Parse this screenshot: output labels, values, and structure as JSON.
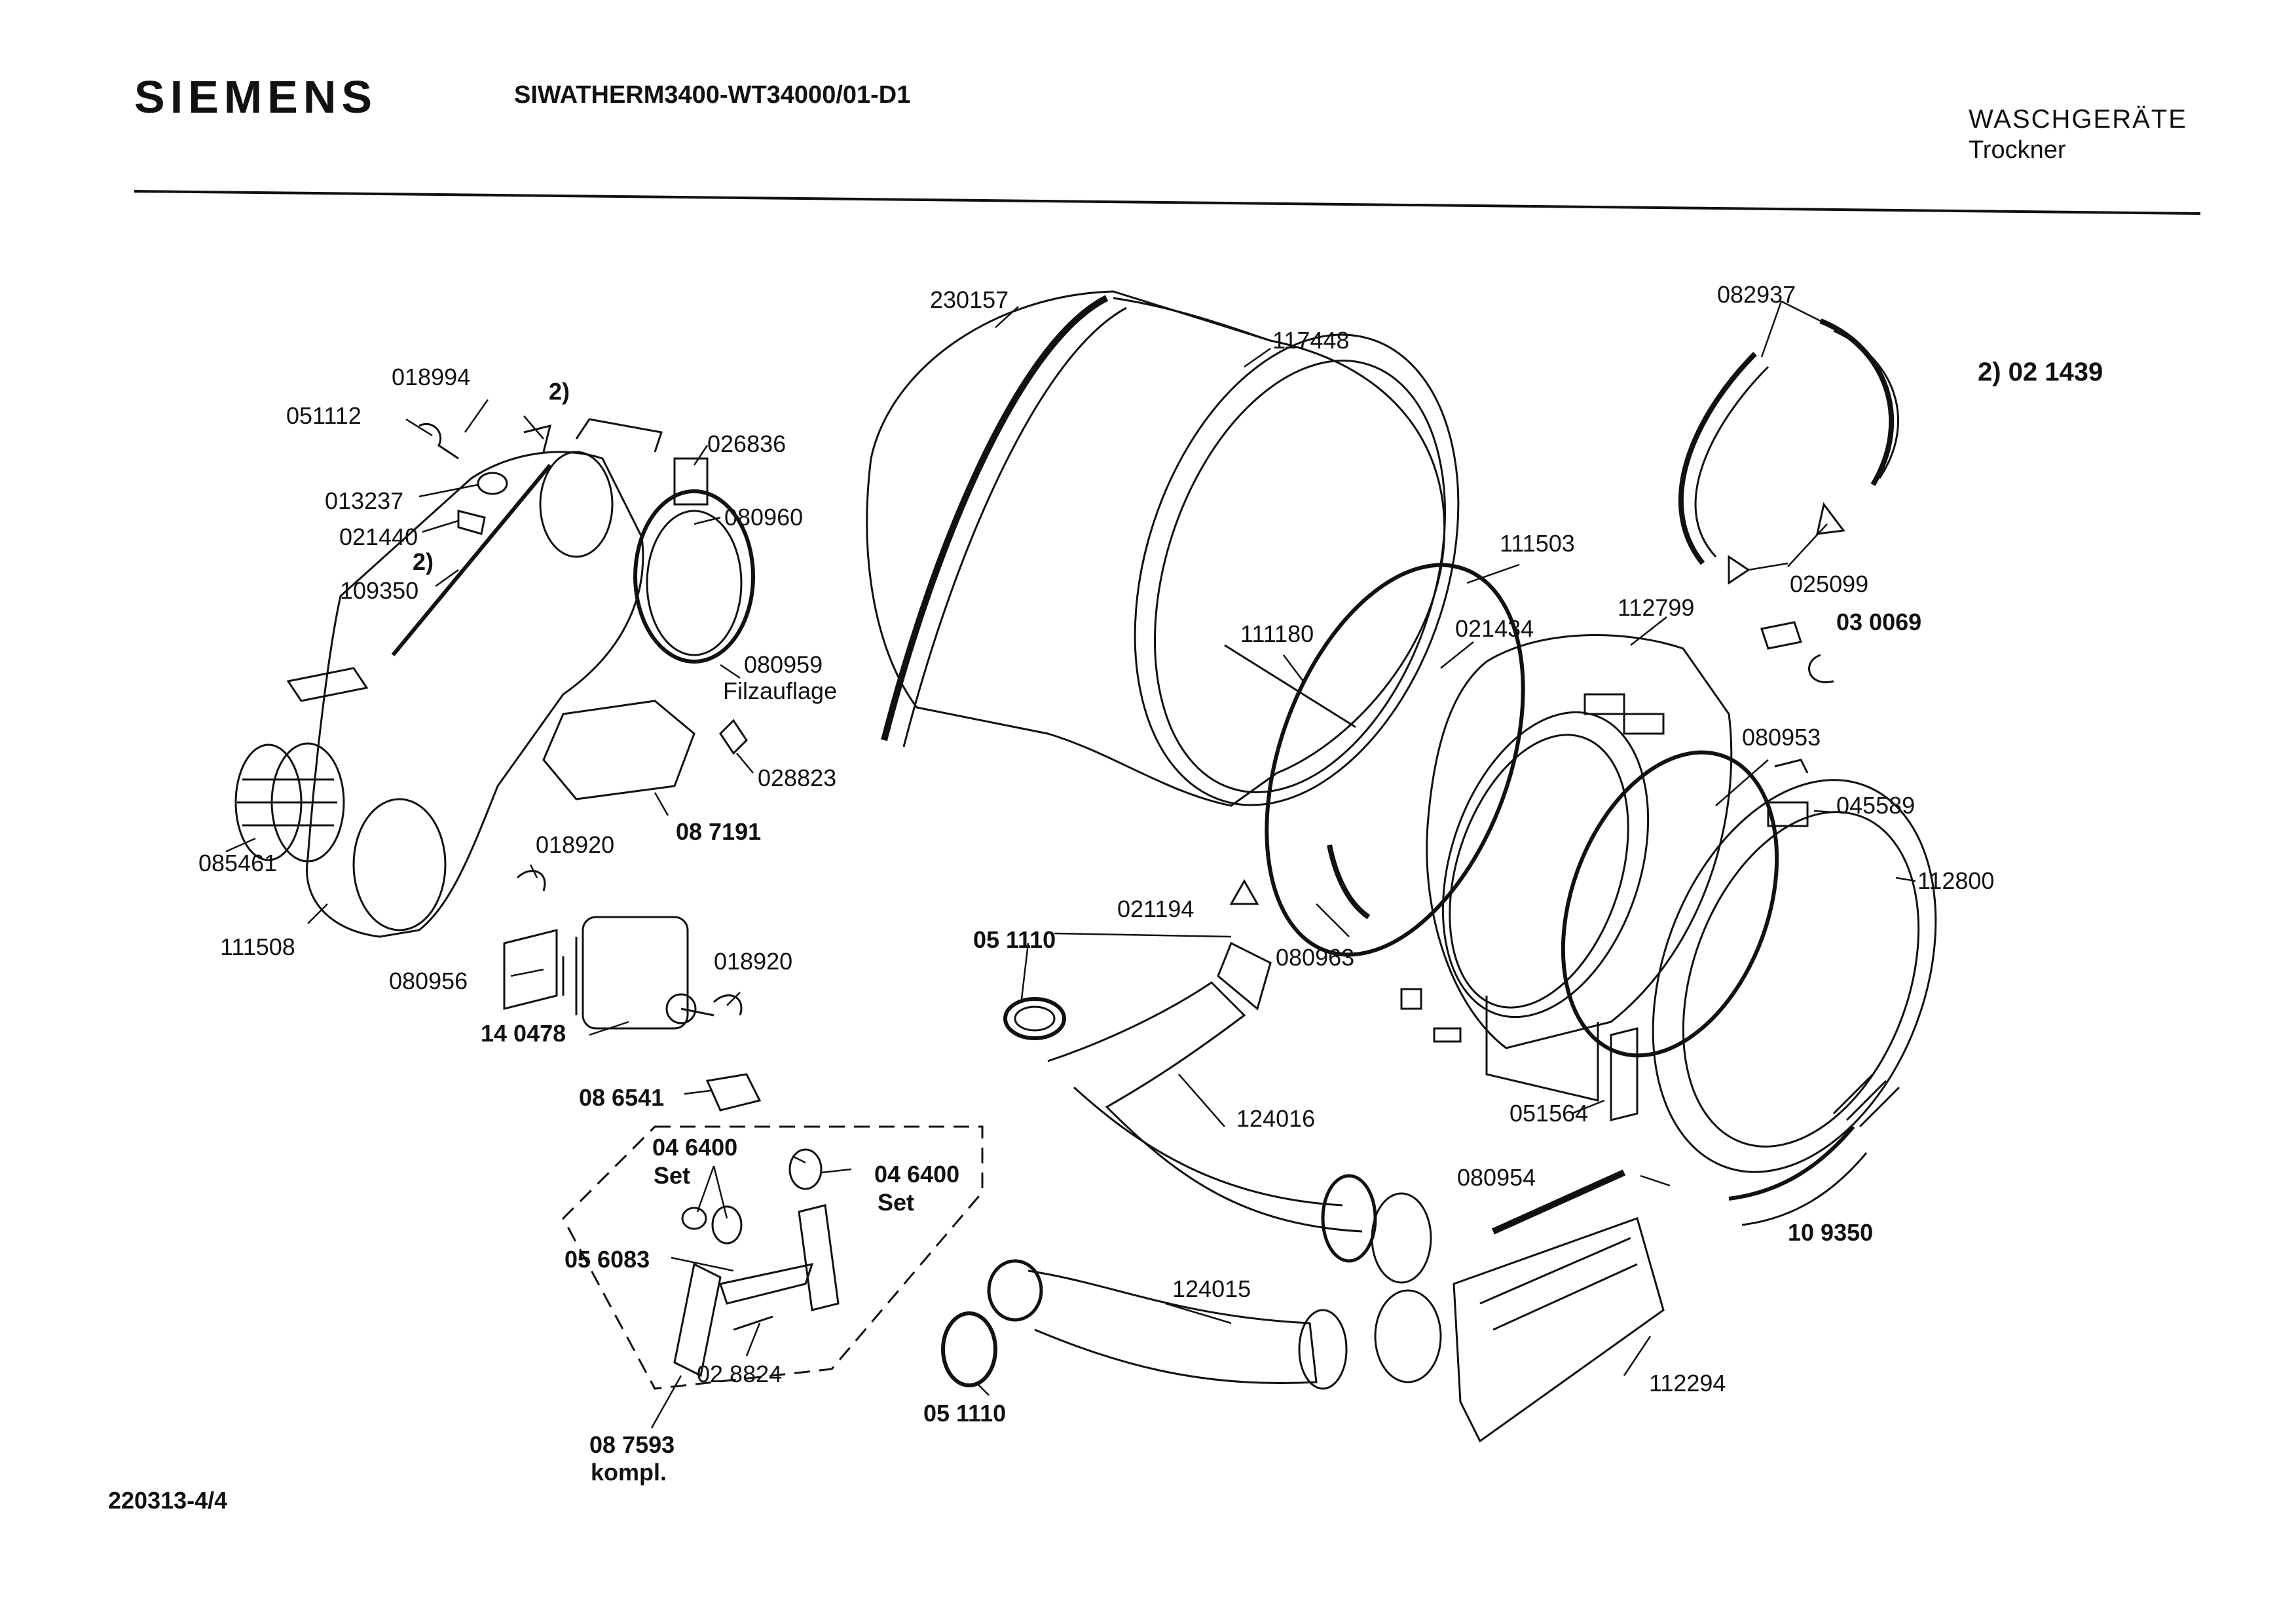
{
  "header": {
    "brand": "SIEMENS",
    "model": "SIWATHERM3400-WT34000/01-D1",
    "category": "WASCHGERÄTE",
    "subcategory": "Trockner"
  },
  "footer": {
    "document_number": "220313-4/4"
  },
  "note": "2)  02 1439",
  "labels": {
    "l018994": "018994",
    "l2a": "2)",
    "l051112": "051112",
    "l013237": "013237",
    "l021440": "021440",
    "l2b": "2)",
    "l109350": "109350",
    "l026836": "026836",
    "l080960": "080960",
    "l080959": "080959",
    "lfilz": "Filzauflage",
    "l028823": "028823",
    "l087191": "08 7191",
    "l085461": "085461",
    "l111508": "111508",
    "l018920a": "018920",
    "l080956": "080956",
    "l140478": "14 0478",
    "l018920b": "018920",
    "l086541": "08 6541",
    "l046400a": "04 6400",
    "lseta": "Set",
    "l046400b": "04 6400",
    "lsetb": "Set",
    "l056083": "05 6083",
    "l028824": "02 8824",
    "l087593": "08 7593",
    "lkompl": "kompl.",
    "l230157": "230157",
    "l117448": "117448",
    "l111180": "111180",
    "l021194": "021194",
    "l051110a": "05 1110",
    "l080963": "080963",
    "l124016": "124016",
    "l124015": "124015",
    "l051110b": "05 1110",
    "l111503": "111503",
    "l021434": "021434",
    "l112799": "112799",
    "l082937": "082937",
    "l025099": "025099",
    "l030069": "03 0069",
    "l080953": "080953",
    "l045589": "045589",
    "l112800": "112800",
    "l051564": "051564",
    "l080954": "080954",
    "l109350b": "10 9350",
    "l112294": "112294"
  }
}
